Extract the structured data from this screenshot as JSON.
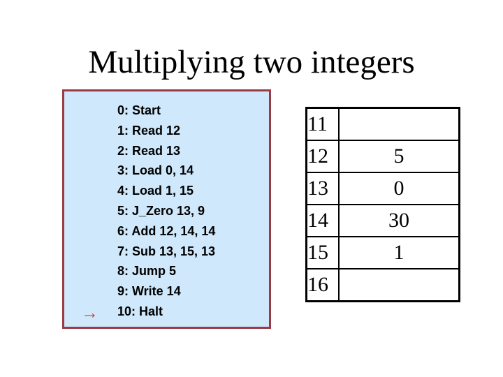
{
  "slide": {
    "title": "Multiplying two integers"
  },
  "program_box": {
    "lines": [
      "0: Start",
      "1: Read 12",
      "2: Read 13",
      "3: Load 0, 14",
      "4: Load 1, 15",
      "5: J_Zero 13, 9",
      "6: Add 12, 14, 14",
      "7: Sub 13, 15, 13",
      "8: Jump 5",
      "9: Write 14",
      "10: Halt"
    ],
    "current_line_index": 10,
    "arrow_glyph": "→",
    "colors": {
      "background": "#cfe8fb",
      "border": "#9a3a44",
      "arrow": "#d2451c",
      "text": "#000000"
    }
  },
  "memory_table": {
    "rows": [
      {
        "address": "11",
        "value": ""
      },
      {
        "address": "12",
        "value": "5"
      },
      {
        "address": "13",
        "value": "0"
      },
      {
        "address": "14",
        "value": "30"
      },
      {
        "address": "15",
        "value": "1"
      },
      {
        "address": "16",
        "value": ""
      }
    ],
    "border_color": "#000000"
  }
}
